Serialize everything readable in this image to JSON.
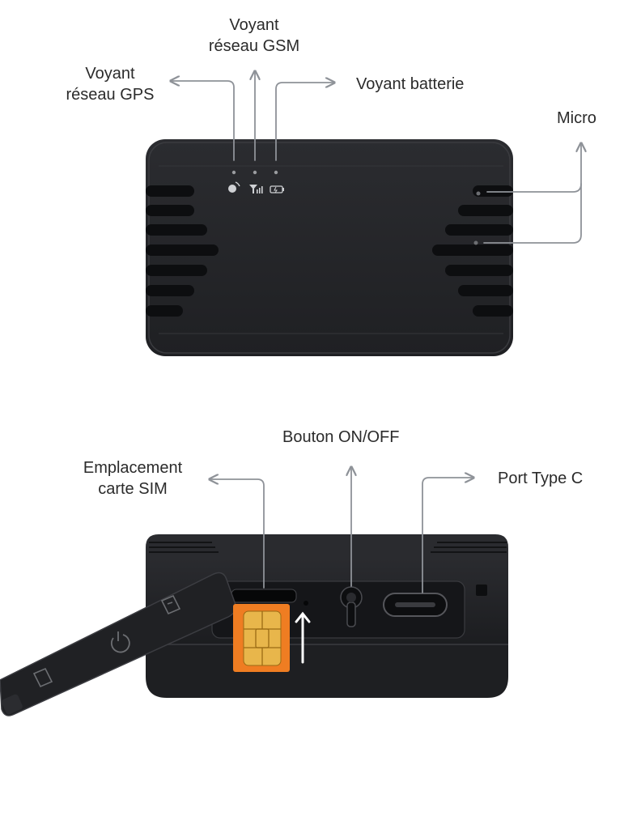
{
  "top_view": {
    "labels": {
      "gsm_line1": "Voyant",
      "gsm_line2": "réseau GSM",
      "gps_line1": "Voyant",
      "gps_line2": "réseau GPS",
      "battery": "Voyant batterie",
      "micro": "Micro"
    }
  },
  "side_view": {
    "labels": {
      "power_button": "Bouton ON/OFF",
      "sim_line1": "Emplacement",
      "sim_line2": "carte SIM",
      "usb_port": "Port Type C"
    }
  },
  "colors": {
    "device_body": "#232427",
    "device_edge": "#3a3b3f",
    "callout_line": "#8e9298",
    "sim_highlight": "#ef7d22",
    "sim_chip": "#e8b64b",
    "label_text": "#2b2b2b"
  }
}
